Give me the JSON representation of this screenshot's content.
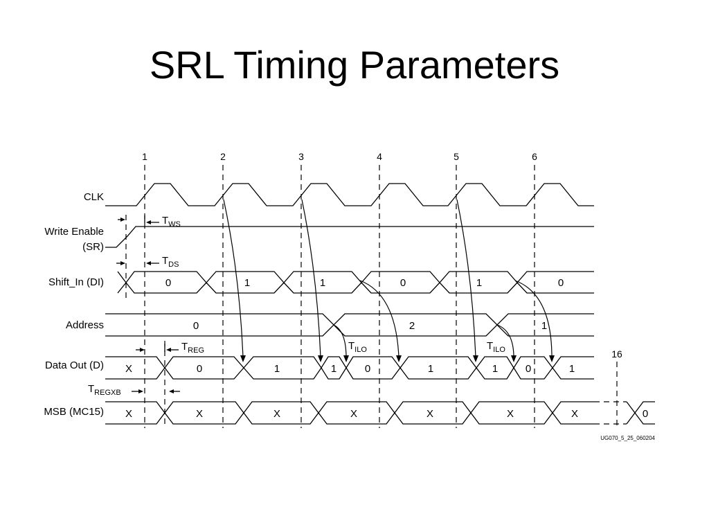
{
  "title": "SRL Timing Parameters",
  "diagram": {
    "edge_numbers": [
      "1",
      "2",
      "3",
      "4",
      "5",
      "6",
      "16"
    ],
    "signals": {
      "clk": "CLK",
      "write_enable_line1": "Write Enable",
      "write_enable_line2": "(SR)",
      "shift_in": "Shift_In (DI)",
      "address": "Address",
      "data_out": "Data Out (D)",
      "msb": "MSB (MC15)"
    },
    "shift_in_values": [
      "0",
      "1",
      "1",
      "0",
      "1",
      "0"
    ],
    "address_values": [
      "0",
      "2",
      "1"
    ],
    "data_out_values": [
      "X",
      "0",
      "1",
      "1",
      "0",
      "1",
      "1",
      "0",
      "1"
    ],
    "msb_values": [
      "X",
      "X",
      "X",
      "X",
      "X",
      "X",
      "X",
      "0"
    ],
    "timing_params": {
      "tws_main": "T",
      "tws_sub": "WS",
      "tds_main": "T",
      "tds_sub": "DS",
      "treg_main": "T",
      "treg_sub": "REG",
      "tilo_main": "T",
      "tilo_sub": "ILO",
      "tilo2_main": "T",
      "tilo2_sub": "ILO",
      "tregxb_main": "T",
      "tregxb_sub": "REGXB"
    },
    "figure_id": "UG070_5_25_060204"
  }
}
